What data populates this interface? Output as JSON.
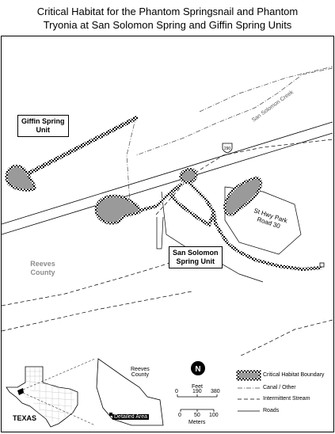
{
  "title": {
    "line1": "Critical Habitat for the Phantom Springsnail and Phantom",
    "line2": "Tryonia at San Solomon Spring and Giffin Spring Units"
  },
  "map": {
    "units": {
      "giffin_line1": "Giffin Spring",
      "giffin_line2": "Unit",
      "san_solomon_line1": "San Solomon",
      "san_solomon_line2": "Spring Unit"
    },
    "creek_label": "San Solomon Creek",
    "park_road_line1": "St Hwy Park",
    "park_road_line2": "Road 30",
    "county_line1": "Reeves",
    "county_line2": "County",
    "highway_shield": "290"
  },
  "inset": {
    "state_label": "TEXAS",
    "county_line1": "Reeves",
    "county_line2": "County",
    "detail_label": "Detailed Area"
  },
  "scale": {
    "feet_label": "Feet",
    "feet_ticks": [
      "0",
      "190",
      "380"
    ],
    "meters_ticks": [
      "0",
      "50",
      "100"
    ],
    "meters_label": "Meters"
  },
  "legend": {
    "items": [
      {
        "label": "Critical Habitat Boundary"
      },
      {
        "label": "Canal / Other"
      },
      {
        "label": "Intermittent Stream"
      },
      {
        "label": "Roads"
      }
    ]
  },
  "colors": {
    "habitat_fill": "#9a9a9a",
    "county_text": "#8c8c8c",
    "line": "#000000"
  }
}
